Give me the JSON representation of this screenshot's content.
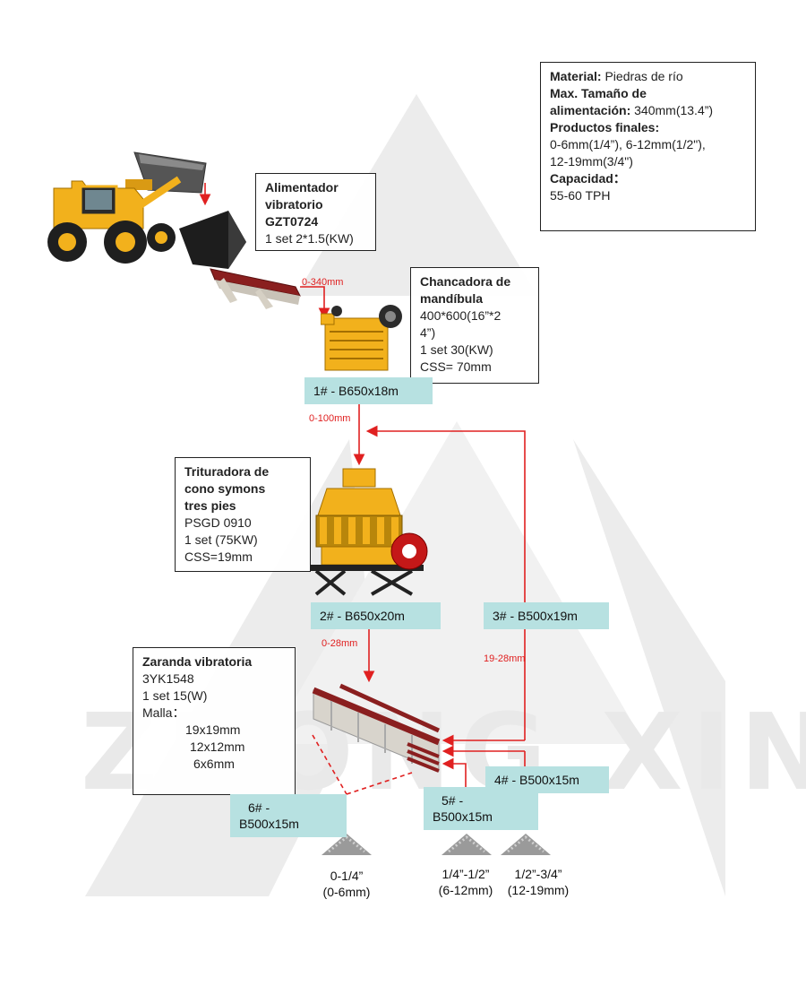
{
  "watermark": "ZHONG XIN",
  "colors": {
    "flow": "#e02020",
    "tag": "#b7e1e1",
    "machine_yellow": "#f2b11c",
    "screen_red": "#8a1f1f"
  },
  "summary": {
    "material_label": "Material:",
    "material_value": " Piedras de río",
    "feed_label_1": "Max. Tamaño de",
    "feed_label_2": "alimentación:",
    "feed_value": " 340mm(13.4”)",
    "products_label": "Productos finales:",
    "products_line1": "0-6mm(1/4”), 6-12mm(1/2\"),",
    "products_line2": "12-19mm(3/4\")",
    "capacity_label": "Capacidad：",
    "capacity_value": "55-60 TPH"
  },
  "feeder": {
    "title_1": "Alimentador",
    "title_2": "vibratorio",
    "model": "GZT0724",
    "spec": "1 set 2*1.5(KW)"
  },
  "jaw": {
    "title_1": "Chancadora de",
    "title_2": "mandíbula",
    "model_1": "400*600(16”*2",
    "model_2": "4”)",
    "spec": "1 set 30(KW)",
    "css": "CSS= 70mm"
  },
  "cone": {
    "title_1": "Trituradora de",
    "title_2": "cono symons",
    "title_3": "tres pies",
    "model": "PSGD 0910",
    "spec": "1 set  (75KW)",
    "css": "CSS=19mm"
  },
  "screen": {
    "title": "Zaranda vibratoria",
    "model": "3YK1548",
    "spec": "1 set  15(W)",
    "mesh_label": "Malla：",
    "mesh": [
      "19x19mm",
      "12x12mm",
      "6x6mm"
    ]
  },
  "belts": {
    "b1": "1# - B650x18m",
    "b2": "2# - B650x20m",
    "b3": "3# - B500x19m",
    "b4": "4# - B500x15m",
    "b5_1": "5# -",
    "b5_2": "B500x15m",
    "b6_1": "6# -",
    "b6_2": "B500x15m"
  },
  "flows": {
    "f1": "0-340mm",
    "f2": "0-100mm",
    "f3": "0-28mm",
    "f4": "19-28mm"
  },
  "products": [
    {
      "line1": "0-1/4”",
      "line2": "(0-6mm)"
    },
    {
      "line1": "1/4”-1/2”",
      "line2": "(6-12mm)"
    },
    {
      "line1": "1/2”-3/4”",
      "line2": "(12-19mm)"
    }
  ]
}
